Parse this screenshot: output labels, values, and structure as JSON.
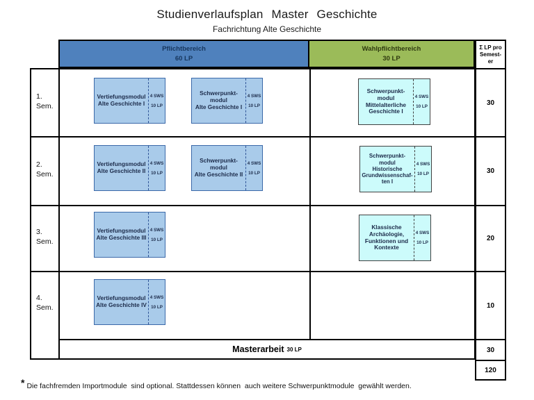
{
  "page": {
    "title": "Studienverlaufsplan Master Geschichte",
    "subtitle": "Fachrichtung Alte Geschichte"
  },
  "header": {
    "pflicht_label": "Pflichtbereich",
    "pflicht_lp": "60 LP",
    "wahl_label": "Wahlpflichtbereich",
    "wahl_lp": "30 LP",
    "sum_label": "Σ LP pro\nSemest-\ner"
  },
  "semesters": [
    {
      "label": "1.\nSem.",
      "sum_lp": "30"
    },
    {
      "label": "2.\nSem.",
      "sum_lp": "30"
    },
    {
      "label": "3.\nSem.",
      "sum_lp": "20"
    },
    {
      "label": "4.\nSem.",
      "sum_lp": "10"
    }
  ],
  "modules": [
    {
      "name": "Vertiefungsmodul\nAlte Geschichte I",
      "sws": "4 SWS",
      "lp": "10 LP",
      "area": "pflicht"
    },
    {
      "name": "Schwerpunkt-\nmodul\nAlte Geschichte I",
      "sws": "4 SWS",
      "lp": "10 LP",
      "area": "pflicht"
    },
    {
      "name": "Schwerpunkt-\nmodul\nMittelalterliche\nGeschichte I",
      "sws": "4 SWS",
      "lp": "10 LP",
      "area": "wahlpflicht"
    },
    {
      "name": "Vertiefungsmodul\nAlte Geschichte II",
      "sws": "4 SWS",
      "lp": "10 LP",
      "area": "pflicht"
    },
    {
      "name": "Schwerpunkt-\nmodul\nAlte Geschichte II",
      "sws": "4 SWS",
      "lp": "10 LP",
      "area": "pflicht"
    },
    {
      "name": "Schwerpunkt-\nmodul\nHistorische\nGrundwissenschaf-\nten I",
      "sws": "4 SWS",
      "lp": "10 LP",
      "area": "wahlpflicht"
    },
    {
      "name": "Vertiefungsmodul\nAlte Geschichte III",
      "sws": "4 SWS",
      "lp": "10 LP",
      "area": "pflicht"
    },
    {
      "name": "Klassische\nArchäologie,\nFunktionen und\nKontexte",
      "sws": "4 SWS",
      "lp": "10 LP",
      "area": "wahlpflicht"
    },
    {
      "name": "Vertiefungsmodul\nAlte Geschichte IV",
      "sws": "4 SWS",
      "lp": "10 LP",
      "area": "pflicht"
    }
  ],
  "masterarbeit": {
    "label": "Masterarbeit",
    "lp": "30 LP",
    "sum_lp": "30"
  },
  "total_lp": "120",
  "footnote": {
    "marker": "*",
    "text": "Die fachfremden Importmodule  sind optional. Stattdessen können  auch weitere Schwerpunktmodule  gewählt werden."
  },
  "colors": {
    "pflicht_header": "#4f81bd",
    "wahl_header": "#9bbb59",
    "module_blue_fill": "#a9cbea",
    "module_blue_border": "#3a68a8",
    "module_cyan_fill": "#ccfbfb",
    "module_cyan_border": "#404040",
    "table_border": "#000000"
  }
}
